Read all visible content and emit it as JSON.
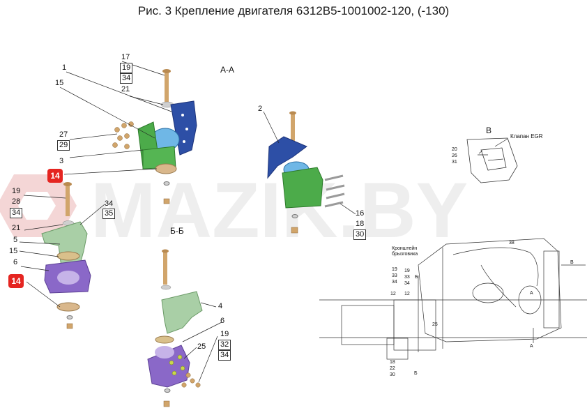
{
  "title": "Рис. 3  Крепление двигателя 6312В5-1001002-120, (-130)",
  "watermark": "MAZIK.BY",
  "colors": {
    "blue": "#2d4fa6",
    "green": "#4cab4a",
    "purple": "#8a68c8",
    "pale_green": "#a9cfa6",
    "tan": "#d1a56b",
    "badge": "#e52521"
  },
  "sections": {
    "aa": "А-А",
    "bb": "Б-Б",
    "v": "В"
  },
  "labels": {
    "n1": "1",
    "n15a": "15",
    "n17": "17",
    "n19a": "19",
    "n34a": "34",
    "n21a": "21",
    "n27": "27",
    "n29": "29",
    "n3": "3",
    "n14a": "14",
    "n19b": "19",
    "n28": "28",
    "n34b": "34",
    "n21b": "21",
    "n5": "5",
    "n15b": "15",
    "n6a": "6",
    "n14b": "14",
    "n34c": "34",
    "n35": "35",
    "n2": "2",
    "n16": "16",
    "n18a": "18",
    "n30a": "30",
    "n4": "4",
    "n6b": "6",
    "n25a": "25",
    "n19c": "19",
    "n32": "32",
    "n34d": "34",
    "n20": "20",
    "n26": "26",
    "n31": "31",
    "egr": "Клапан EGR",
    "n38": "38",
    "bracket1": "Кронштейн",
    "bracket2": "брызговика",
    "s19a": "19",
    "s33a": "33",
    "s34a": "34",
    "s19b": "19",
    "s33b": "33",
    "s34b": "34",
    "s12a": "12",
    "s12b": "12",
    "s25": "25",
    "s18": "18",
    "s22": "22",
    "s30": "30",
    "arrA1": "А",
    "arrA2": "А",
    "arrB1": "Б",
    "arrB2": "Б",
    "arrV": "В"
  }
}
